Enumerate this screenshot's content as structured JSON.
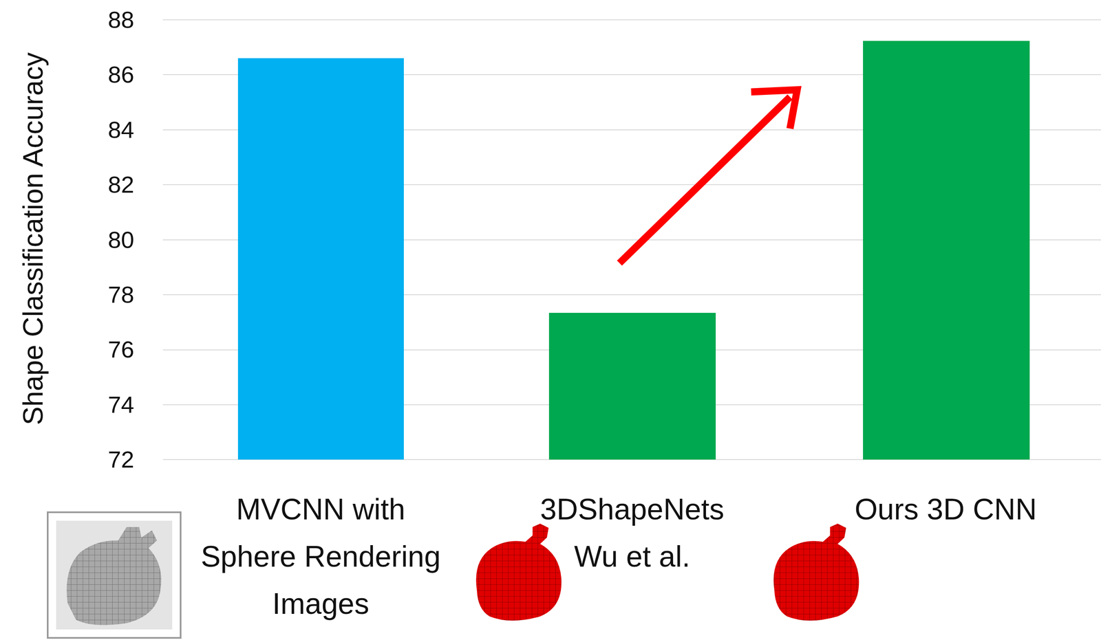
{
  "diagram": {
    "labels": [
      "Shape Classification Accuracy",
      "88",
      "86",
      "84",
      "82",
      "80",
      "78",
      "76",
      "74",
      "72",
      "MVCNN with Sphere Rendering Images",
      "3DShapeNets Wu et al.",
      "Ours 3D CNN"
    ]
  }
}
